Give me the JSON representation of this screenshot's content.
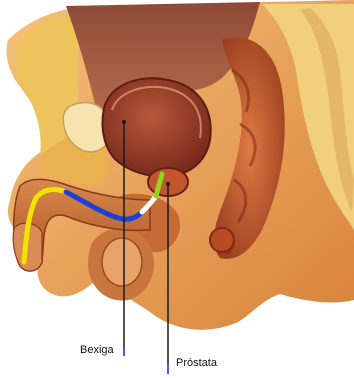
{
  "labels": {
    "bladder": "Bexiga",
    "prostate": "Próstata"
  },
  "urethra_segments": [
    {
      "segment": "penile",
      "color": "#f2e200"
    },
    {
      "segment": "bulbar",
      "color": "#1c3fd6"
    },
    {
      "segment": "membranous",
      "color": "#ffffff"
    },
    {
      "segment": "prostatic",
      "color": "#8ed61c"
    }
  ],
  "colors": {
    "pointer_line": "#1a1a1a",
    "pointer_tip": "#4d5bd4",
    "skin": "#e8a04f",
    "tissue": "#c8602e",
    "background": "#ffffff"
  }
}
